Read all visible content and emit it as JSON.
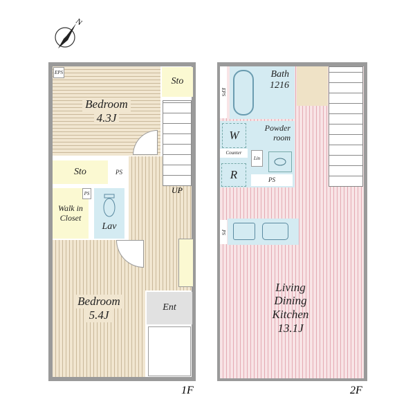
{
  "compass": {
    "label": "N"
  },
  "floor1": {
    "label": "1F",
    "rooms": {
      "bedroom_a": {
        "name": "Bedroom",
        "size": "4.3J"
      },
      "eps": "EPS",
      "sto_top": "Sto",
      "sto_mid": "Sto",
      "ps_mid": "PS",
      "ps_small": "PS",
      "walk_in_closet": {
        "line1": "Walk in",
        "line2": "Closet"
      },
      "lav": "Lav",
      "up": "UP",
      "bedroom_b": {
        "name": "Bedroom",
        "size": "5.4J"
      },
      "entrance": "Ent"
    }
  },
  "floor2": {
    "label": "2F",
    "rooms": {
      "eps": "EPS",
      "bath": {
        "name": "Bath",
        "size": "1216"
      },
      "powder_room": {
        "line1": "Powder",
        "line2": "room"
      },
      "washer": "W",
      "counter": "Counter",
      "linen": "Lin",
      "refrigerator": "R",
      "ps": "PS",
      "ps_kitchen": "PS",
      "ldk": {
        "line1": "Living",
        "line2": "Dining",
        "line3": "Kitchen",
        "size": "13.1J"
      }
    }
  }
}
